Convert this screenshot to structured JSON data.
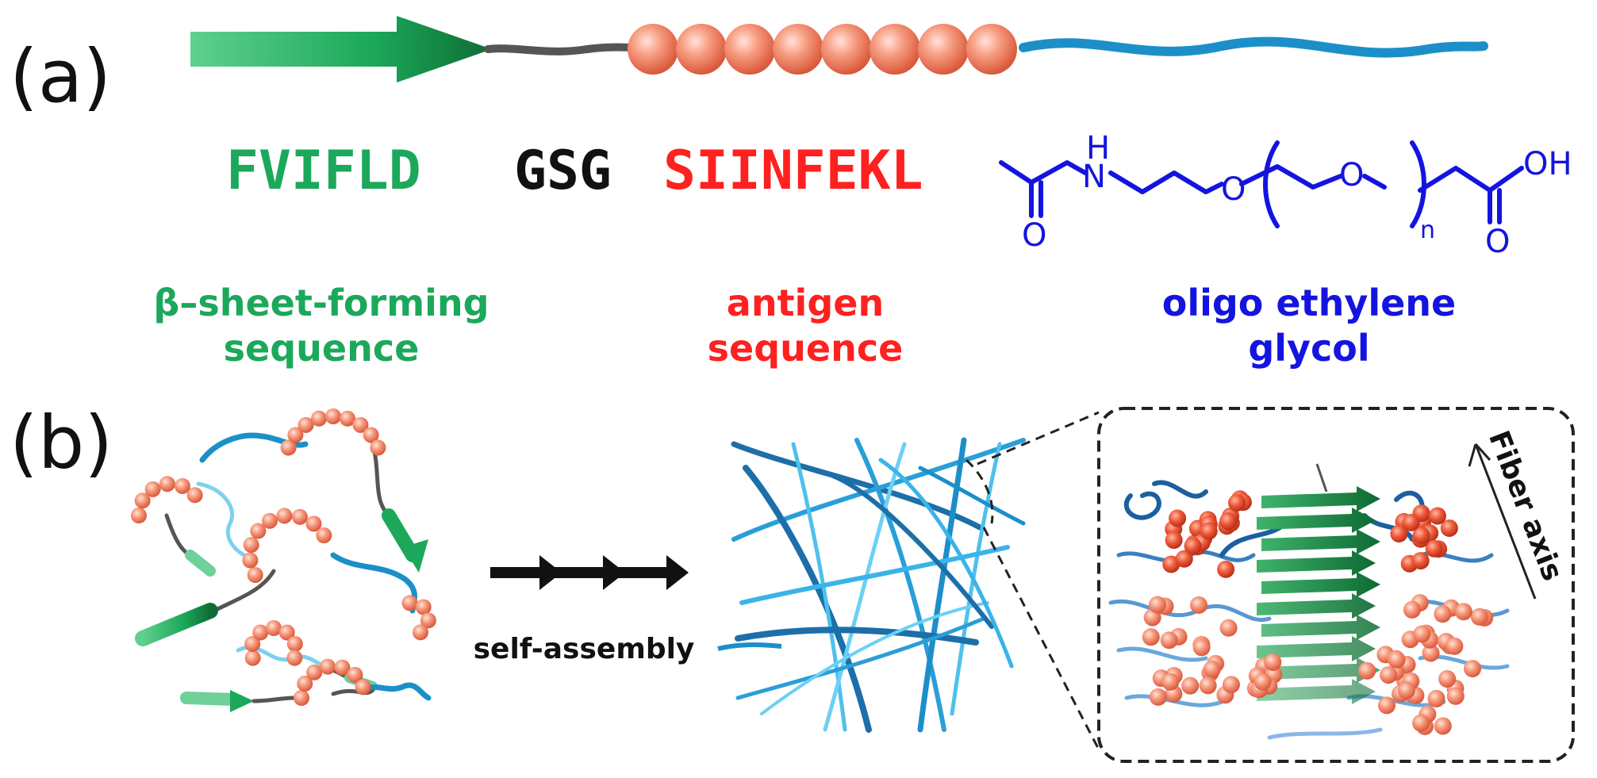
{
  "panels": {
    "a": "(a)",
    "b": "(b)"
  },
  "sequences": {
    "beta_seq": "FVIFLD",
    "linker": "GSG",
    "antigen_seq": "SIINFEKL"
  },
  "chem": {
    "h": "H",
    "n": "N",
    "o1": "O",
    "o2": "O",
    "o3": "O",
    "oh": "OH",
    "sub": "n"
  },
  "labels": {
    "beta_line1": "β–sheet-forming",
    "beta_line2": "sequence",
    "antigen_line1": "antigen",
    "antigen_line2": "sequence",
    "oeg_line1": "oligo ethylene",
    "oeg_line2": "glycol",
    "self_assembly": "self-assembly",
    "fiber_axis": "Fiber axis"
  },
  "colors": {
    "green": "#1ca85a",
    "green_dark": "#0f7a3c",
    "gray_linker": "#555555",
    "red_text": "#ff2020",
    "bead": "#f58a6e",
    "blue_chem": "#1414e0",
    "cyan_peg": "#1c8fc9",
    "black": "#111111"
  }
}
